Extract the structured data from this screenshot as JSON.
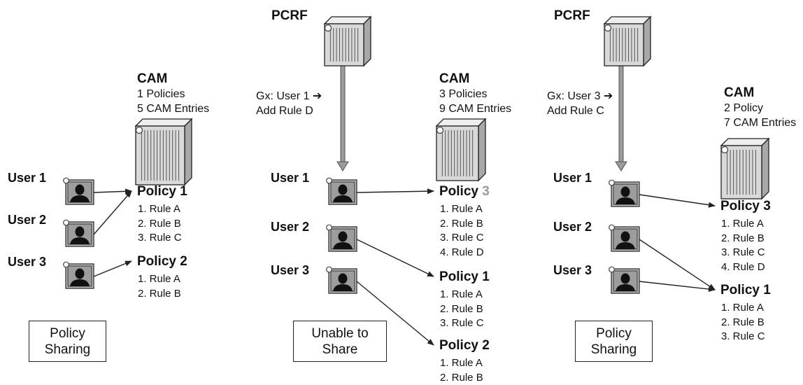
{
  "panels": [
    {
      "cam": {
        "title": "CAM",
        "lines": [
          "1 Policies",
          "5 CAM Entries"
        ]
      },
      "users": [
        "User 1",
        "User 2",
        "User 3"
      ],
      "policies": [
        {
          "title_prefix": "Policy ",
          "title_num": "1",
          "accent": false,
          "rules": [
            "1. Rule A",
            "2. Rule B",
            "3. Rule C"
          ]
        },
        {
          "title_prefix": "Policy ",
          "title_num": "2",
          "accent": false,
          "rules": [
            "1. Rule A",
            "2. Rule B"
          ]
        }
      ],
      "label_lines": [
        "Policy",
        "Sharing"
      ]
    },
    {
      "pcrf": "PCRF",
      "gx_lines": [
        "Gx: User 1 ➔",
        "Add Rule D"
      ],
      "cam": {
        "title": "CAM",
        "lines": [
          "3 Policies",
          "9 CAM Entries"
        ]
      },
      "users": [
        "User 1",
        "User 2",
        "User 3"
      ],
      "policies": [
        {
          "title_prefix": "Policy ",
          "title_num": "3",
          "accent": true,
          "rules": [
            "1. Rule A",
            "2. Rule B",
            "3. Rule C",
            "4. Rule D"
          ]
        },
        {
          "title_prefix": "Policy ",
          "title_num": "1",
          "accent": false,
          "rules": [
            "1. Rule A",
            "2. Rule B",
            "3. Rule C"
          ]
        },
        {
          "title_prefix": "Policy ",
          "title_num": "2",
          "accent": false,
          "rules": [
            "1. Rule A",
            "2. Rule B"
          ]
        }
      ],
      "label_lines": [
        "Unable to",
        "Share"
      ]
    },
    {
      "pcrf": "PCRF",
      "gx_lines": [
        "Gx: User 3 ➔",
        "Add Rule C"
      ],
      "cam": {
        "title": "CAM",
        "lines": [
          "2 Policy",
          "7 CAM Entries"
        ]
      },
      "users": [
        "User 1",
        "User 2",
        "User 3"
      ],
      "policies": [
        {
          "title_prefix": "Policy ",
          "title_num": "3",
          "accent": false,
          "rules": [
            "1. Rule A",
            "2. Rule B",
            "3. Rule C",
            "4. Rule D"
          ]
        },
        {
          "title_prefix": "Policy ",
          "title_num": "1",
          "accent": false,
          "rules": [
            "1. Rule A",
            "2. Rule B",
            "3. Rule C"
          ]
        }
      ],
      "label_lines": [
        "Policy",
        "Sharing"
      ]
    }
  ],
  "colors": {
    "accent": "#9a9a9a",
    "stroke": "#222222",
    "rack_fill": "#d9d9d9",
    "pcrf_arrow": "#9b9b9b"
  }
}
